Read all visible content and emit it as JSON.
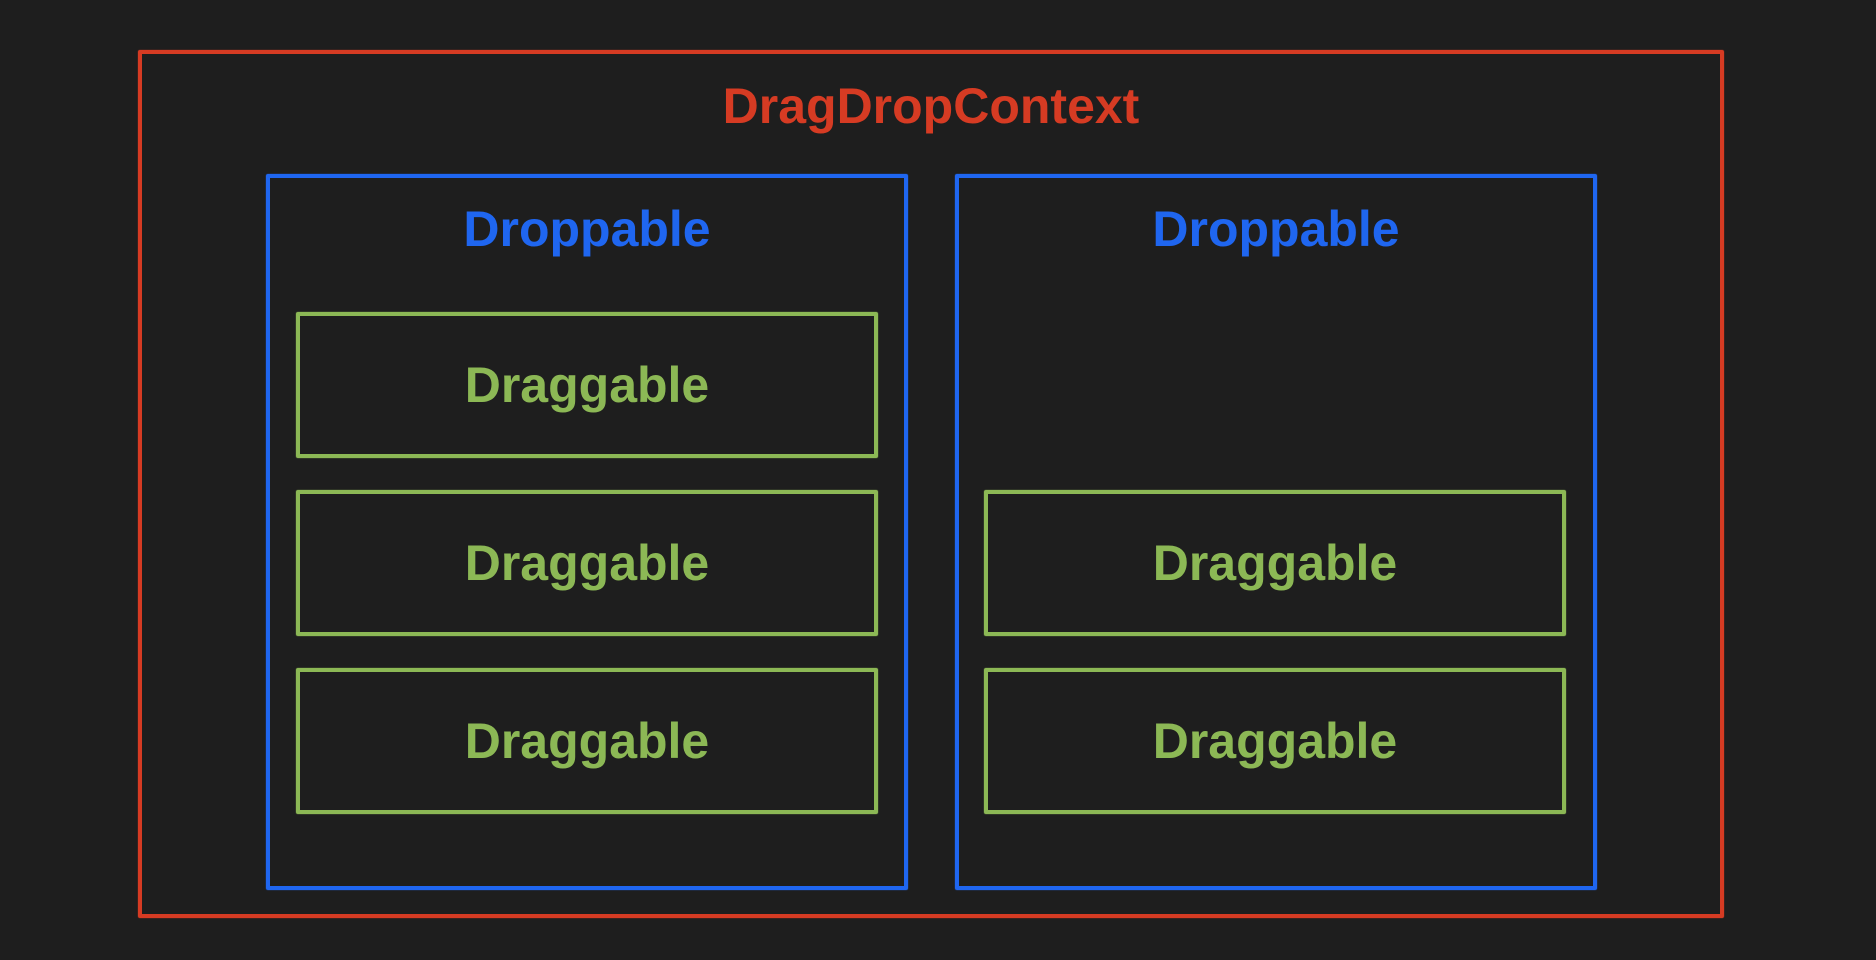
{
  "colors": {
    "context": "#d63b23",
    "droppable": "#1f66f0",
    "draggable": "#8cb855",
    "background": "#1e1e1e"
  },
  "context": {
    "label": "DragDropContext"
  },
  "droppables": [
    {
      "label": "Droppable",
      "draggables": [
        {
          "label": "Draggable"
        },
        {
          "label": "Draggable"
        },
        {
          "label": "Draggable"
        }
      ]
    },
    {
      "label": "Droppable",
      "draggables": [
        {
          "label": "Draggable"
        },
        {
          "label": "Draggable"
        }
      ]
    }
  ]
}
